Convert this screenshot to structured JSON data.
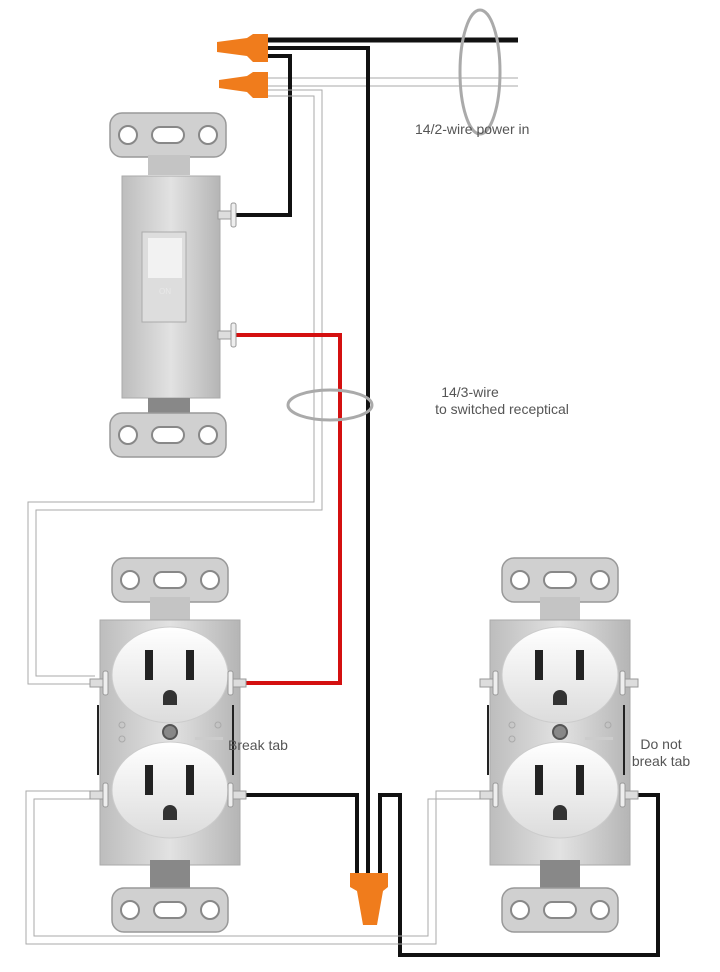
{
  "labels": {
    "power_in": "14/2-wire power in",
    "switched_line1": "14/3-wire",
    "switched_line2": "to switched receptical",
    "break_tab": "Break tab",
    "do_not_line1": "Do not",
    "do_not_line2": "break tab",
    "switch_toggle": "ON"
  },
  "colors": {
    "hot": "#111111",
    "switched": "#d41010",
    "neutral": "#ffffff",
    "wire_nut": "#f07c1c",
    "device_gray": "#c8c8c8"
  }
}
